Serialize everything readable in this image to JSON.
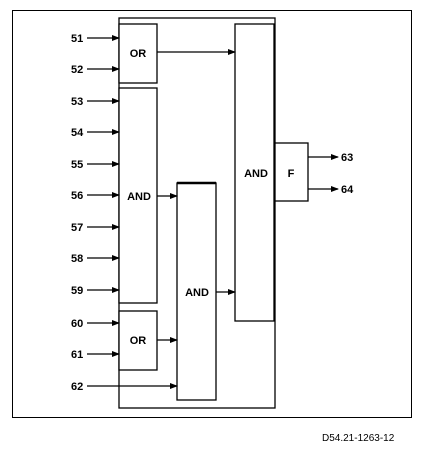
{
  "inputs": {
    "i51": "51",
    "i52": "52",
    "i53": "53",
    "i54": "54",
    "i55": "55",
    "i56": "56",
    "i57": "57",
    "i58": "58",
    "i59": "59",
    "i60": "60",
    "i61": "61",
    "i62": "62"
  },
  "outputs": {
    "o63": "63",
    "o64": "64"
  },
  "blocks": {
    "or_top": "OR",
    "and_big": "AND",
    "or_bottom": "OR",
    "and_mid": "AND",
    "and_final": "AND",
    "f_block": "F"
  },
  "caption": "D54.21-1263-12"
}
